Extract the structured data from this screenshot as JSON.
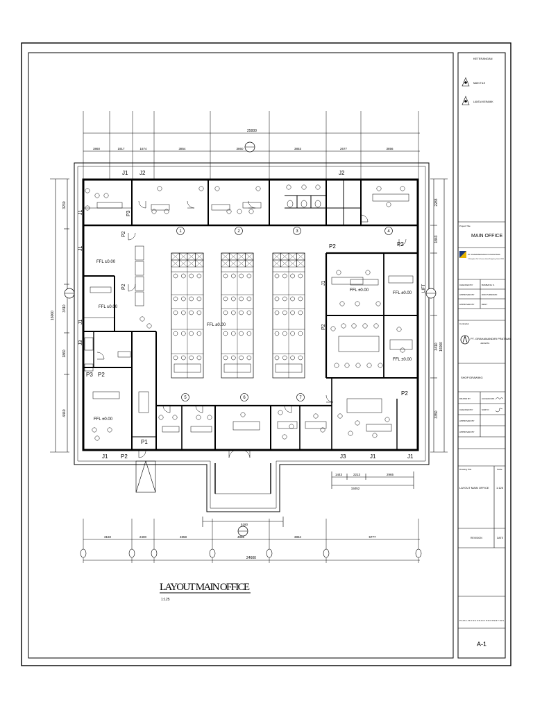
{
  "drawing": {
    "title": "LAYOUT MAIN OFFICE",
    "scale": "1:125"
  },
  "dimensions": {
    "top_total": "25000",
    "top_segments": [
      "3860",
      "1917",
      "1674",
      "3854",
      "3860",
      "3853",
      "2677",
      "3856"
    ],
    "left_total": "16000",
    "left_segments": [
      "3230",
      "3410",
      "1860",
      "4440"
    ],
    "right_total": "16000",
    "right_segments": [
      "2283",
      "1843",
      "3410",
      "3350"
    ],
    "bottom_total": "24600",
    "bottom_segments": [
      "3160",
      "2400",
      "4858",
      "4858",
      "3854",
      "5777"
    ],
    "entrance_width": "5180",
    "lobby_width": "15052",
    "lobby_segments": [
      "1443",
      "2213",
      "2965"
    ]
  },
  "labels": {
    "ffl": "FFL ±0.00",
    "pillars": [
      "P3",
      "P2",
      "P1"
    ],
    "walls": [
      "J1",
      "J2",
      "J3"
    ],
    "bubbles": [
      "1",
      "2",
      "3",
      "4",
      "5",
      "6",
      "7"
    ],
    "lift": "LIFT"
  },
  "title_block": {
    "legend_header": "KETERANGAN",
    "legend_items": [
      "MAIN TILE",
      "LANTAI KERAMIK"
    ],
    "project_title_label": "Project Title",
    "project_title": "MAIN OFFICE",
    "client_name": "PT. PAMAPERSADA NUSANTARA",
    "client_address": "Jl. Rawagelam I No. 9, Kawasan Industri Pulogadung, Jakarta 13930",
    "rows_top": [
      {
        "label": "CHECKED BY",
        "value": "BAMBANG S."
      },
      {
        "label": "APPROVED BY",
        "value": "DWI PURNOMO"
      },
      {
        "label": "APPROVED BY",
        "value": "DENY"
      }
    ],
    "contractor_label": "Contractor",
    "contractor_name": "PT. GRAHAMANDIRI PRATAMA",
    "contractor_city": "JAKARTA",
    "shop_drawing": "SHOP DRAWING",
    "rows_bottom": [
      {
        "label": "DRAWN BY",
        "value": "ALDHAM RIZ."
      },
      {
        "label": "CHECKED BY",
        "value": "SURYO"
      },
      {
        "label": "APPROVED BY",
        "value": ""
      },
      {
        "label": "APPROVED BY",
        "value": ""
      }
    ],
    "drawing_title_label": "Drawing Title",
    "scale_label": "Scale",
    "drawing_title": "LAYOUT MAIN OFFICE",
    "drawing_scale": "1:125",
    "revision_label": "REVISION",
    "date_label": "DATE",
    "file_name": "PAMA-BUNGURAN/PROPERTIES",
    "sheet_no": "A-1"
  }
}
